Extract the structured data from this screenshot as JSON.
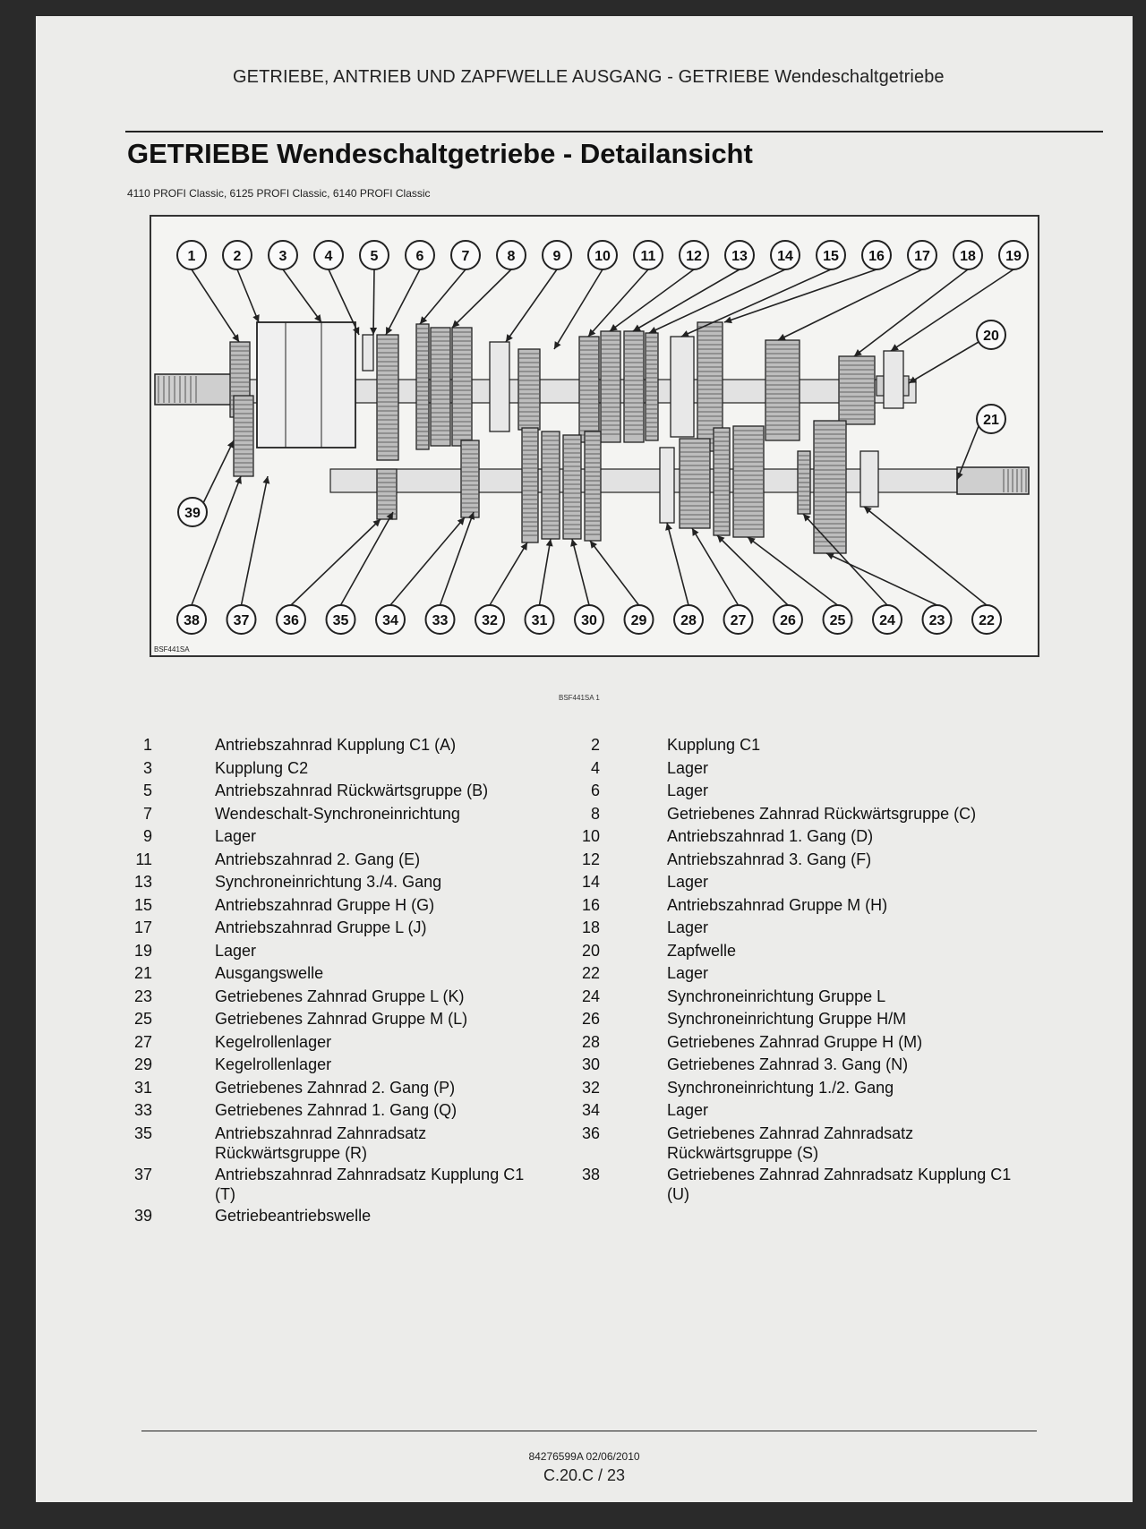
{
  "header": {
    "running_title": "GETRIEBE, ANTRIEB UND ZAPFWELLE AUSGANG - GETRIEBE Wendeschaltgetriebe"
  },
  "page_title": "GETRIEBE Wendeschaltgetriebe - Detailansicht",
  "models": "4110 PROFI Classic, 6125 PROFI Classic, 6140 PROFI Classic",
  "figure": {
    "code": "BSF441SA",
    "caption": "BSF441SA    1",
    "top_callouts": [
      "1",
      "2",
      "3",
      "4",
      "5",
      "6",
      "7",
      "8",
      "9",
      "10",
      "11",
      "12",
      "13",
      "14",
      "15",
      "16",
      "17",
      "18",
      "19"
    ],
    "bottom_callouts": [
      "38",
      "37",
      "36",
      "35",
      "34",
      "33",
      "32",
      "31",
      "30",
      "29",
      "28",
      "27",
      "26",
      "25",
      "24",
      "23",
      "22"
    ],
    "side_callouts": [
      "20",
      "21",
      "39"
    ]
  },
  "legend": [
    {
      "left": {
        "num": "1",
        "text": "Antriebszahnrad Kupplung C1 (A)"
      },
      "right": {
        "num": "2",
        "text": "Kupplung C1"
      }
    },
    {
      "left": {
        "num": "3",
        "text": "Kupplung C2"
      },
      "right": {
        "num": "4",
        "text": "Lager"
      }
    },
    {
      "left": {
        "num": "5",
        "text": "Antriebszahnrad Rückwärtsgruppe (B)"
      },
      "right": {
        "num": "6",
        "text": "Lager"
      }
    },
    {
      "left": {
        "num": "7",
        "text": "Wendeschalt-Synchroneinrichtung"
      },
      "right": {
        "num": "8",
        "text": "Getriebenes Zahnrad Rückwärtsgruppe (C)"
      }
    },
    {
      "left": {
        "num": "9",
        "text": "Lager"
      },
      "right": {
        "num": "10",
        "text": "Antriebszahnrad 1. Gang (D)"
      }
    },
    {
      "left": {
        "num": "11",
        "text": "Antriebszahnrad 2. Gang (E)"
      },
      "right": {
        "num": "12",
        "text": "Antriebszahnrad 3. Gang (F)"
      }
    },
    {
      "left": {
        "num": "13",
        "text": "Synchroneinrichtung 3./4. Gang"
      },
      "right": {
        "num": "14",
        "text": "Lager"
      }
    },
    {
      "left": {
        "num": "15",
        "text": "Antriebszahnrad Gruppe H (G)"
      },
      "right": {
        "num": "16",
        "text": "Antriebszahnrad Gruppe M (H)"
      }
    },
    {
      "left": {
        "num": "17",
        "text": "Antriebszahnrad Gruppe L (J)"
      },
      "right": {
        "num": "18",
        "text": "Lager"
      }
    },
    {
      "left": {
        "num": "19",
        "text": "Lager"
      },
      "right": {
        "num": "20",
        "text": "Zapfwelle"
      }
    },
    {
      "left": {
        "num": "21",
        "text": "Ausgangswelle"
      },
      "right": {
        "num": "22",
        "text": "Lager"
      }
    },
    {
      "left": {
        "num": "23",
        "text": "Getriebenes Zahnrad Gruppe L (K)"
      },
      "right": {
        "num": "24",
        "text": "Synchroneinrichtung Gruppe L"
      }
    },
    {
      "left": {
        "num": "25",
        "text": "Getriebenes Zahnrad Gruppe M (L)"
      },
      "right": {
        "num": "26",
        "text": "Synchroneinrichtung Gruppe H/M"
      }
    },
    {
      "left": {
        "num": "27",
        "text": "Kegelrollenlager"
      },
      "right": {
        "num": "28",
        "text": "Getriebenes Zahnrad Gruppe H (M)"
      }
    },
    {
      "left": {
        "num": "29",
        "text": "Kegelrollenlager"
      },
      "right": {
        "num": "30",
        "text": "Getriebenes Zahnrad 3. Gang (N)"
      }
    },
    {
      "left": {
        "num": "31",
        "text": "Getriebenes Zahnrad 2. Gang (P)"
      },
      "right": {
        "num": "32",
        "text": "Synchroneinrichtung 1./2. Gang"
      }
    },
    {
      "left": {
        "num": "33",
        "text": "Getriebenes Zahnrad 1. Gang (Q)"
      },
      "right": {
        "num": "34",
        "text": "Lager"
      }
    },
    {
      "left": {
        "num": "35",
        "text": "Antriebszahnrad Zahnradsatz Rückwärtsgruppe (R)"
      },
      "right": {
        "num": "36",
        "text": "Getriebenes Zahnrad Zahnradsatz Rückwärtsgruppe (S)"
      }
    },
    {
      "left": {
        "num": "37",
        "text": "Antriebszahnrad Zahnradsatz Kupplung C1 (T)"
      },
      "right": {
        "num": "38",
        "text": "Getriebenes Zahnrad Zahnradsatz Kupplung C1 (U)"
      }
    },
    {
      "left": {
        "num": "39",
        "text": "Getriebeantriebswelle"
      },
      "right": {
        "num": "",
        "text": ""
      }
    }
  ],
  "footer": {
    "code": "84276599A 02/06/2010",
    "page": "C.20.C / 23"
  }
}
